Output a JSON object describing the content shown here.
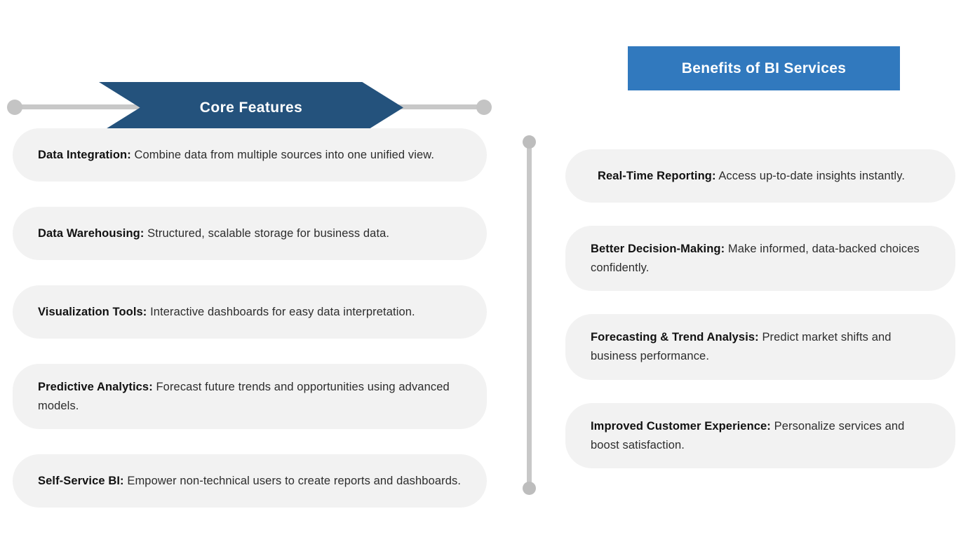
{
  "theme": {
    "dark_blue": "#24527C",
    "mid_blue": "#3179BE",
    "card_bg": "#F2F2F2",
    "connector_gray": "#c8c8c8",
    "dot_gray": "#bdbdbd",
    "text_color": "#2d2d2d",
    "heading_text_color": "#ffffff",
    "page_bg": "#ffffff"
  },
  "left_column": {
    "header": {
      "label": "Core Features",
      "shape": "chevron-arrow-banner"
    },
    "items": [
      {
        "lead": "Data Integration:",
        "body": " Combine data from multiple sources into one unified view."
      },
      {
        "lead": "Data Warehousing:",
        "body": " Structured, scalable storage for business data."
      },
      {
        "lead": "Visualization Tools:",
        "body": " Interactive dashboards for easy data interpretation."
      },
      {
        "lead": "Predictive Analytics:",
        "body": " Forecast future trends and opportunities using advanced models."
      },
      {
        "lead": "Self-Service BI:",
        "body": " Empower non-technical users to create reports and dashboards."
      }
    ]
  },
  "right_column": {
    "header": {
      "label": "Benefits of BI Services",
      "shape": "rectangle-banner"
    },
    "items": [
      {
        "lead": "Real-Time Reporting:",
        "body": " Access up-to-date insights instantly."
      },
      {
        "lead": "Better Decision-Making:",
        "body": " Make informed, data-backed choices confidently."
      },
      {
        "lead": "Forecasting & Trend Analysis:",
        "body": " Predict market shifts and business performance."
      },
      {
        "lead": "Improved Customer Experience:",
        "body": " Personalize services and boost satisfaction."
      }
    ]
  },
  "connectors": {
    "horizontal_track_dots": 2,
    "vertical_track_dots": 2
  }
}
